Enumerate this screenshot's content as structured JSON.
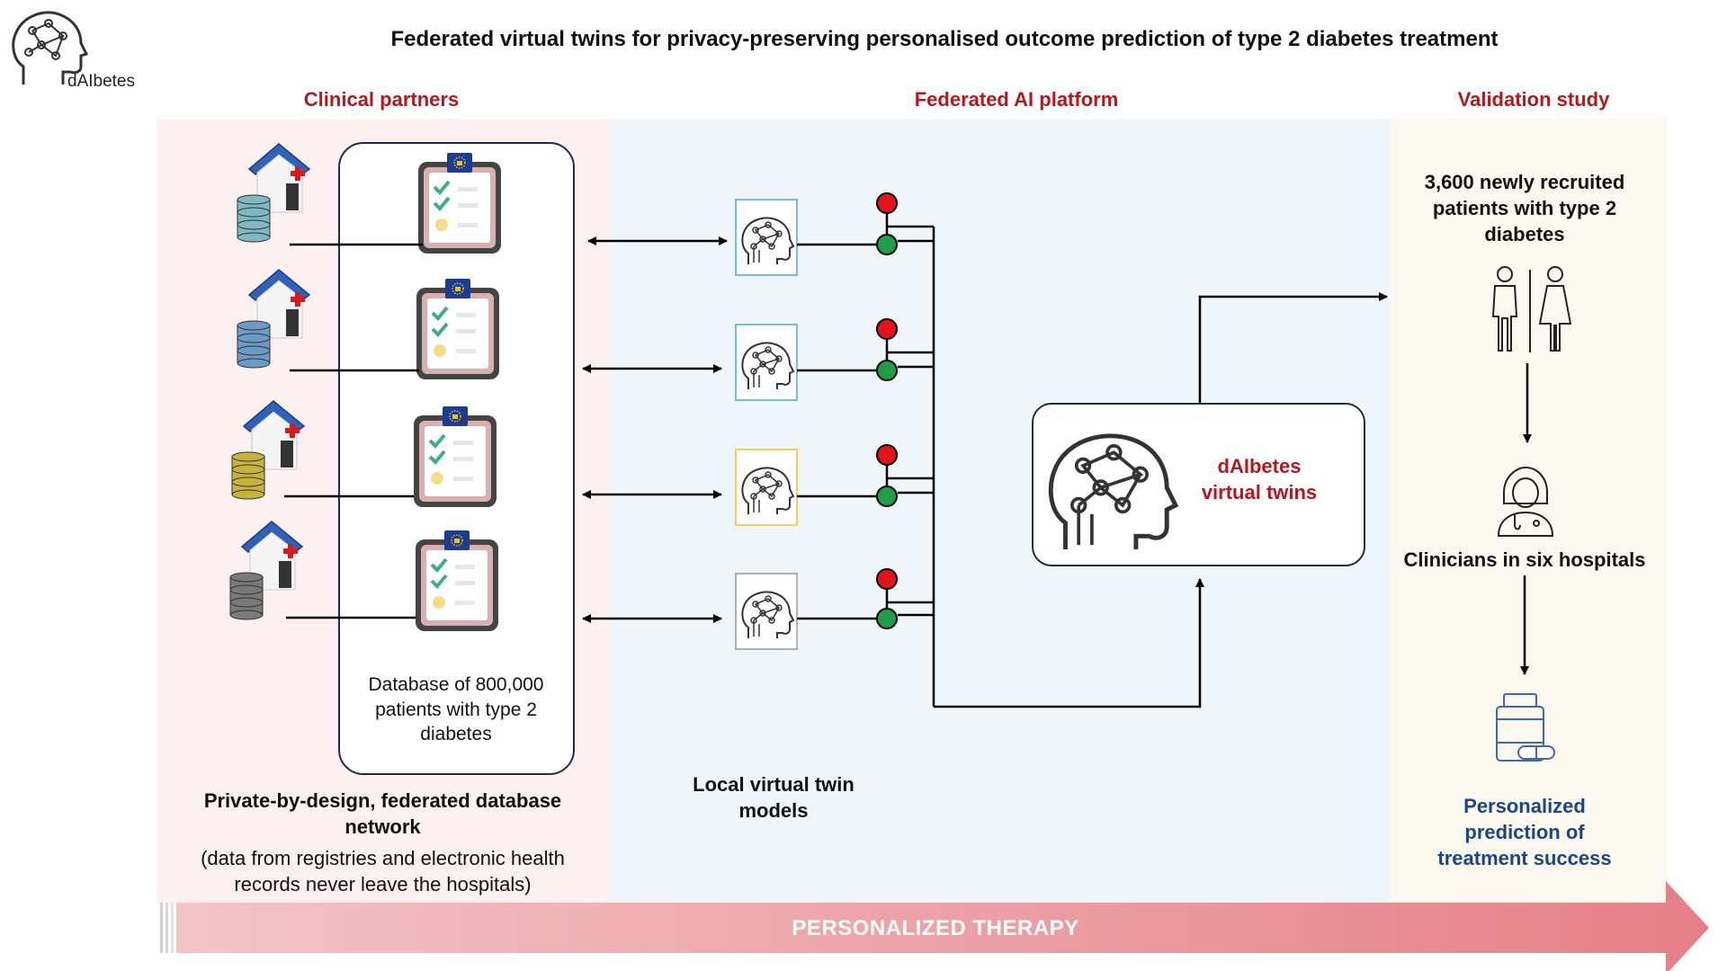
{
  "logo": {
    "text": "dAIbetes",
    "icon": "brain-head-icon"
  },
  "title": "Federated virtual twins for privacy-preserving personalised outcome prediction of type 2 diabetes treatment",
  "sections": {
    "clinical": "Clinical partners",
    "federated": "Federated AI platform",
    "validation": "Validation study"
  },
  "database": {
    "caption_lines": [
      "Database of 800,000",
      "patients with type 2",
      "diabetes"
    ],
    "records_icon": "clipboard-checklist-icon",
    "badge_icon": "eu-lock-badge-icon"
  },
  "hospitals": [
    {
      "db_color": "#7fb9c4"
    },
    {
      "db_color": "#6c9bc8"
    },
    {
      "db_color": "#c9b43a"
    },
    {
      "db_color": "#7a7a7a"
    }
  ],
  "local_models": {
    "border_colors": [
      "#4aa9d6",
      "#4aa9d6",
      "#f0c030",
      "#9a9a9a"
    ],
    "caption_lines": [
      "Local virtual twin",
      "models"
    ]
  },
  "status_colors": {
    "red": "#e1141a",
    "green": "#1f9e46"
  },
  "clinical_caption": {
    "bold_lines": [
      "Private-by-design, federated database",
      "network"
    ],
    "note_lines": [
      "(data from registries and electronic health",
      "records never leave the hospitals)"
    ]
  },
  "virtual_twins": {
    "label_lines": [
      "dAIbetes",
      "virtual twins"
    ]
  },
  "validation": {
    "recruited_lines": [
      "3,600  newly recruited",
      "patients with type 2",
      "diabetes"
    ],
    "clinicians": "Clinicians in six hospitals",
    "prediction_lines": [
      "Personalized",
      "prediction of",
      "treatment success"
    ]
  },
  "bottom_arrow": {
    "label": "PERSONALIZED THERAPY",
    "color_start": "#f3c4c6",
    "color_end": "#e57f87"
  }
}
